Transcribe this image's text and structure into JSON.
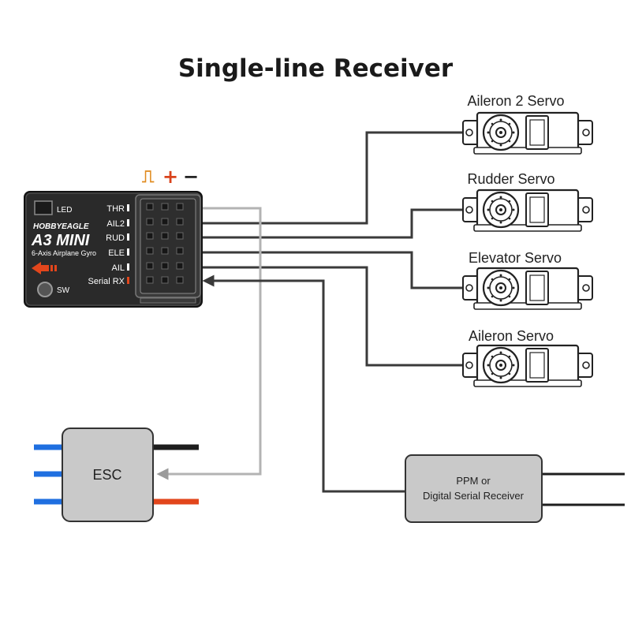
{
  "title": "Single-line Receiver",
  "pin_legend": {
    "signal": "⎍",
    "plus": "+",
    "minus": "−"
  },
  "gyro": {
    "led_label": "LED",
    "brand": "HOBBYEAGLE",
    "model": "A3 MINI",
    "subtitle": "6-Axis Airplane Gyro",
    "sw_label": "SW",
    "ports": [
      "THR",
      "AIL2",
      "RUD",
      "ELE",
      "AIL",
      "Serial RX"
    ]
  },
  "servos": [
    {
      "label": "Aileron 2 Servo"
    },
    {
      "label": "Rudder Servo"
    },
    {
      "label": "Elevator Servo"
    },
    {
      "label": "Aileron Servo"
    }
  ],
  "esc": {
    "label": "ESC"
  },
  "receiver": {
    "line1": "PPM or",
    "line2": "Digital Serial Receiver"
  },
  "colors": {
    "wire_dark": "#3a3a3a",
    "wire_gray": "#b3b3b3",
    "esc_blue": "#1f6fe0",
    "esc_red": "#e2461c",
    "signal_orange": "#e08a1e",
    "plus_red": "#d9431c",
    "box_fill": "#c9c9c9"
  }
}
